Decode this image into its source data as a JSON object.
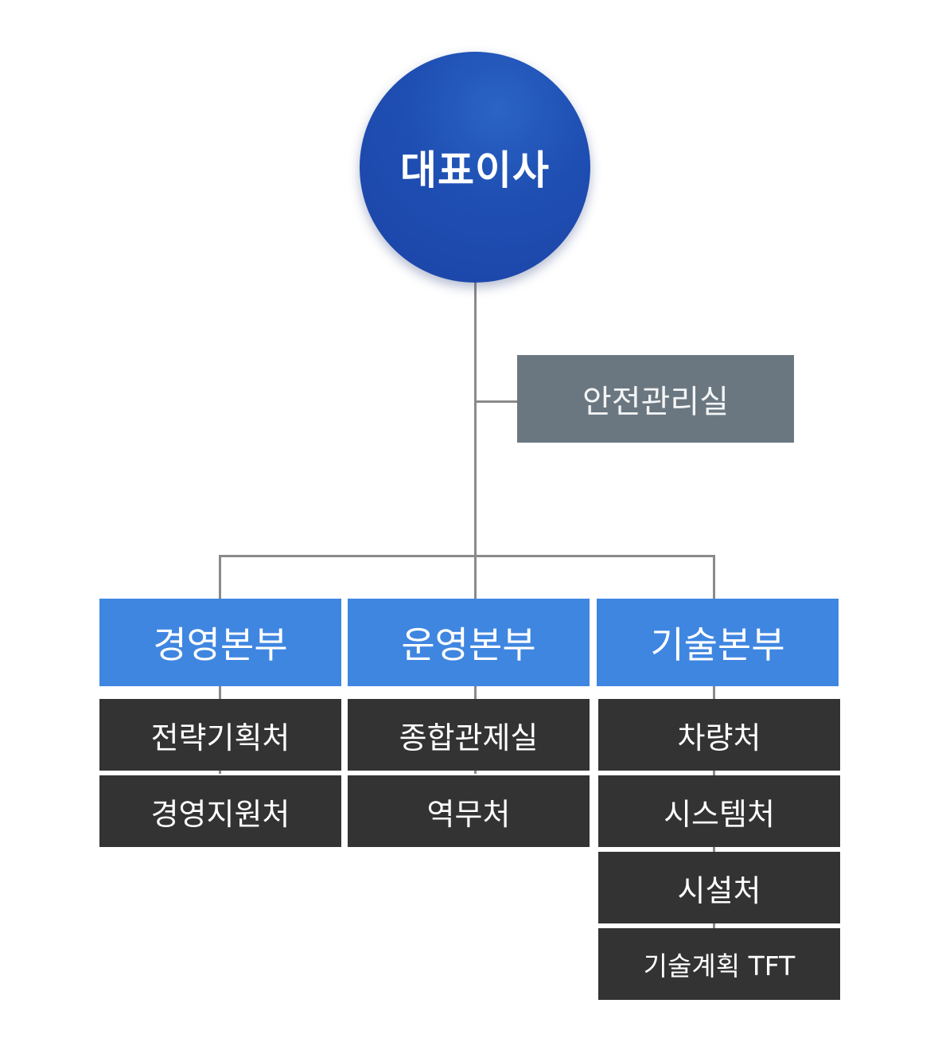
{
  "ceo": {
    "label": "대표이사"
  },
  "safety_office": {
    "label": "안전관리실"
  },
  "divisions": [
    {
      "label": "경영본부",
      "departments": [
        "전략기획처",
        "경영지원처"
      ]
    },
    {
      "label": "운영본부",
      "departments": [
        "종합관제실",
        "역무처"
      ]
    },
    {
      "label": "기술본부",
      "departments": [
        "차량처",
        "시스템처",
        "시설처",
        "기술계획 TFT"
      ]
    }
  ],
  "colors": {
    "ceo": "#1f4fb3",
    "safety_office": "#6b7780",
    "division": "#3f86e1",
    "department": "#333333",
    "connector": "#8a8a8a"
  }
}
